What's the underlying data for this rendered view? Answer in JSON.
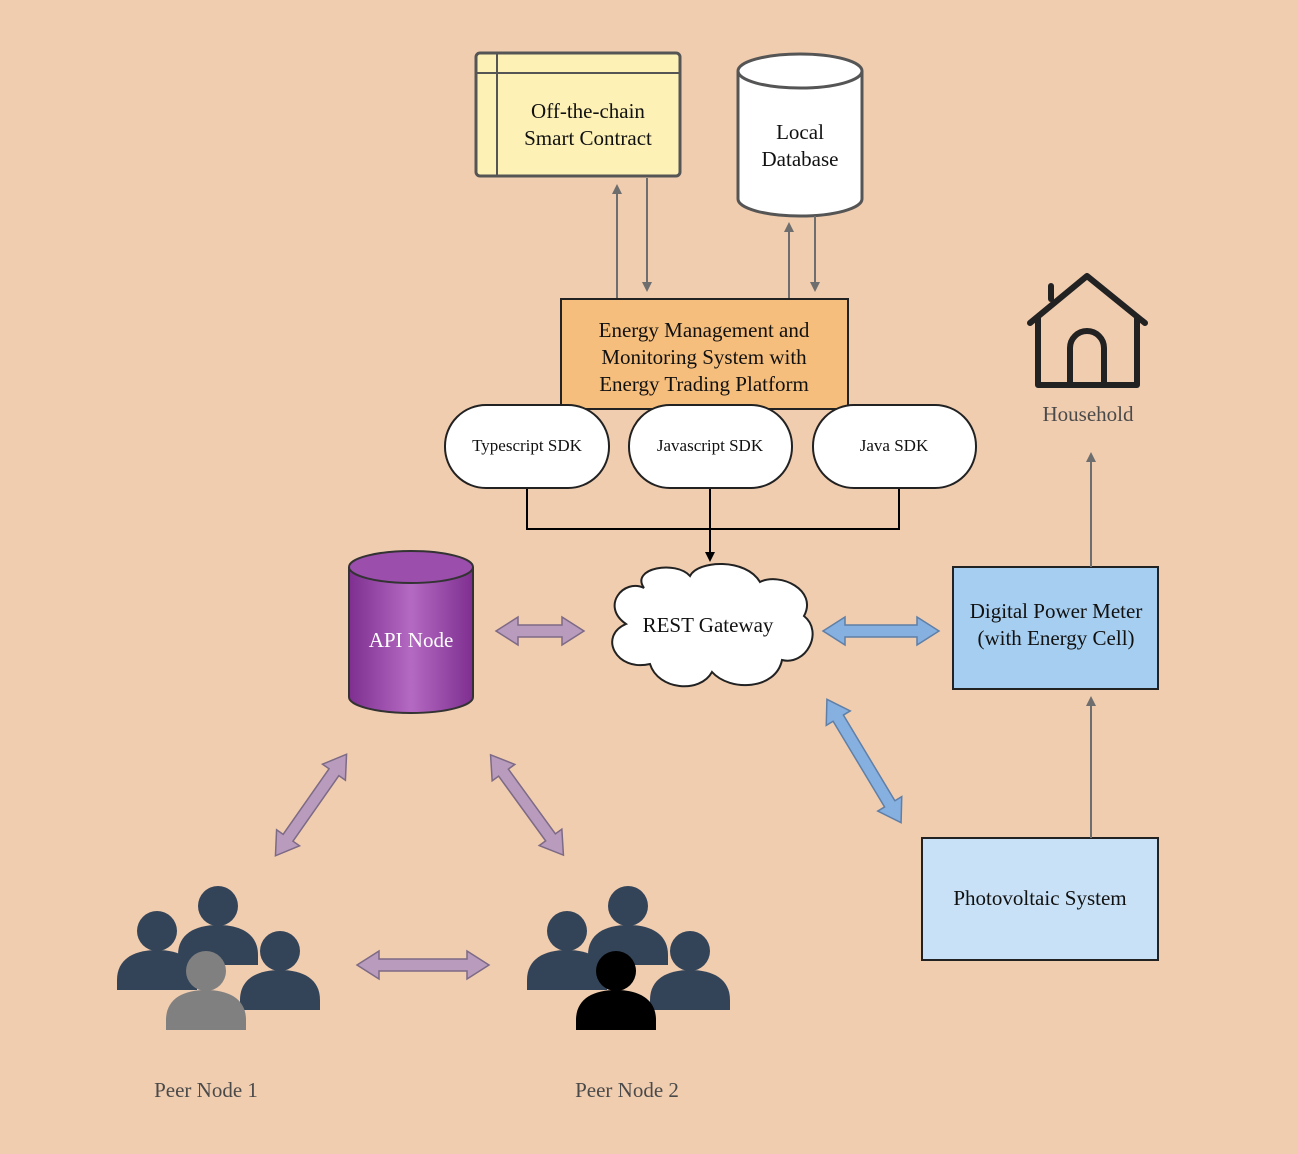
{
  "diagram": {
    "contract": {
      "line1": "Off-the-chain",
      "line2": "Smart Contract"
    },
    "database": {
      "line1": "Local",
      "line2": "Database"
    },
    "platform": {
      "line1": "Energy Management and",
      "line2": "Monitoring System with",
      "line3": "Energy Trading Platform"
    },
    "sdks": [
      "Typescript SDK",
      "Javascript SDK",
      "Java SDK"
    ],
    "gateway": "REST Gateway",
    "api_node": "API Node",
    "meter": {
      "line1": "Digital Power Meter",
      "line2": "(with Energy Cell)"
    },
    "pv": "Photovoltaic System",
    "household": "Household",
    "peer1": "Peer Node 1",
    "peer2": "Peer Node 2",
    "colors": {
      "background": "#f1cdb0",
      "contract_fill": "#fdf1b5",
      "platform_fill": "#f6be7c",
      "api_node_fill": "#9b4eac",
      "meter_fill": "#a6cef0",
      "pv_fill": "#c8e1f6",
      "purple_arrow": "#b89bbd",
      "blue_arrow": "#86b0e0",
      "people_dark": "#344458"
    }
  }
}
